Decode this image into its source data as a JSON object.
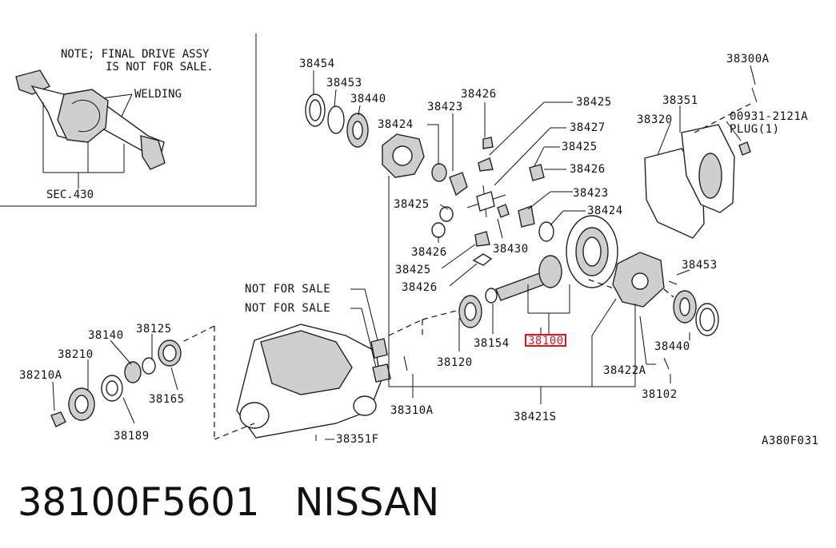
{
  "diagram": {
    "note_line1": "NOTE; FINAL DRIVE ASSY",
    "note_line2": "IS NOT FOR SALE.",
    "welding": "WELDING",
    "sec_ref": "SEC.430",
    "not_for_sale_1": "NOT FOR SALE",
    "not_for_sale_2": "NOT FOR SALE",
    "plug_part": "00931-2121A",
    "plug_label": "PLUG(1)",
    "figure_code": "A380F031",
    "highlighted_part": "38100",
    "parts": {
      "p38454": "38454",
      "p38453_top": "38453",
      "p38440_top": "38440",
      "p38423_top": "38423",
      "p38426_top": "38426",
      "p38425_top": "38425",
      "p38424_top": "38424",
      "p38427": "38427",
      "p38425_r": "38425",
      "p38426_r": "38426",
      "p38423_r": "38423",
      "p38424_r": "38424",
      "p38425_l": "38425",
      "p38426_l": "38426",
      "p38430": "38430",
      "p38425_b": "38425",
      "p38426_b": "38426",
      "p38300A": "38300A",
      "p38351": "38351",
      "p38320": "38320",
      "p38453_r": "38453",
      "p38440_r": "38440",
      "p38422A": "38422A",
      "p38102": "38102",
      "p38421S": "38421S",
      "p38154": "38154",
      "p38120": "38120",
      "p38310A": "38310A",
      "p38351F": "38351F",
      "p38140": "38140",
      "p38125": "38125",
      "p38210": "38210",
      "p38210A": "38210A",
      "p38165": "38165",
      "p38189": "38189"
    }
  },
  "caption": {
    "part_number": "38100F5601",
    "brand": "NISSAN"
  }
}
